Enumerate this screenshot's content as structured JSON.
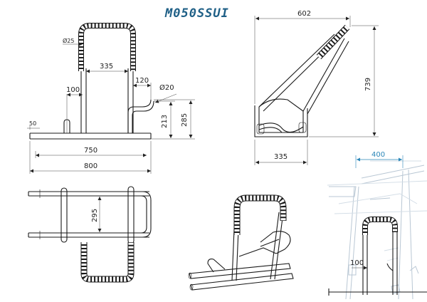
{
  "title": "M050SSUI",
  "front_view": {
    "tube_diameter": "Ø25",
    "inner_width": "335",
    "lower_width": "100",
    "hook_offset": "120",
    "hook_diameter": "Ø20",
    "hook_height": "213",
    "total_height": "285",
    "base_tube": "50",
    "base_length": "750",
    "overall_length": "800"
  },
  "side_view": {
    "width": "602",
    "height": "739",
    "base_width": "335"
  },
  "top_view": {
    "depth": "295"
  },
  "detail_view": {
    "spacing": "400",
    "inner": "100"
  },
  "colors": {
    "title": "#1e5f86",
    "accent": "#2a86b8",
    "line": "#1a1a1a"
  }
}
